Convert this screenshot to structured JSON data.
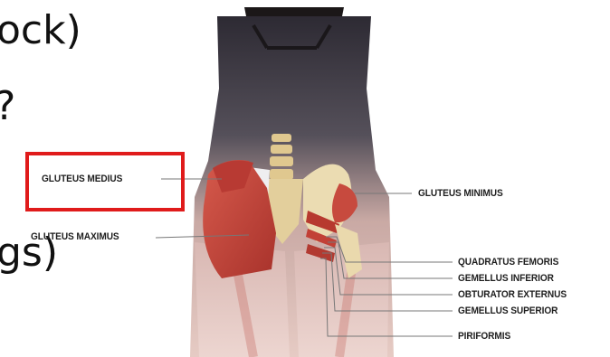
{
  "slide_text": {
    "line1": "ock)",
    "line2": "?",
    "line3": "gs)"
  },
  "labels": {
    "gluteus_medius": "GLUTEUS MEDIUS",
    "gluteus_maximus": "GLUTEUS MAXIMUS",
    "gluteus_minimus": "GLUTEUS MINIMUS",
    "quadratus_femoris": "QUADRATUS FEMORIS",
    "gemellus_inferior": "GEMELLUS INFERIOR",
    "obturator_externus": "OBTURATOR EXTERNUS",
    "gemellus_superior": "GEMELLUS SUPERIOR",
    "piriformis": "PIRIFORMIS"
  },
  "colors": {
    "highlight": "#e01b1b",
    "muscle": "#c8453c",
    "bone": "#e8d6a8",
    "skin_top": "#3a3540"
  }
}
